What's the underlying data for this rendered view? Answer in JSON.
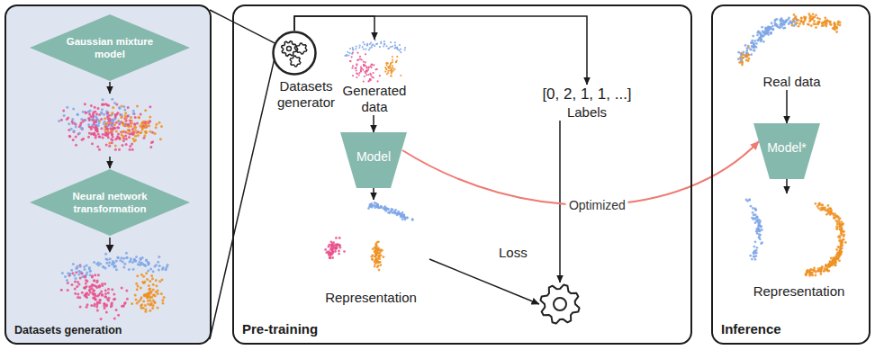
{
  "diagram": {
    "nodes": [
      {
        "text": [
          "Datasets generation"
        ]
      },
      {
        "text": [
          "Gaussian mixture model"
        ],
        "in": 0
      },
      {
        "text": [
          "Neural network transformation"
        ],
        "in": 0
      },
      {
        "text": [
          "Pre-training"
        ]
      },
      {
        "text": [
          "Datasets generator"
        ],
        "in": 3
      },
      {
        "text": [
          "Generated data"
        ],
        "in": 3
      },
      {
        "text": [
          "[0, 2, 1, 1, ...]",
          "Labels"
        ],
        "in": 3
      },
      {
        "text": [
          "Model"
        ],
        "in": 3
      },
      {
        "text": [
          "Representation"
        ],
        "in": 3
      },
      {
        "text": [
          "Loss"
        ],
        "in": 3
      },
      {
        "text": [
          "Inference"
        ]
      },
      {
        "text": [
          "Real data"
        ],
        "in": 10
      },
      {
        "text": [
          "Model*"
        ],
        "in": 10
      },
      {
        "text": [
          "Representation"
        ],
        "in": 10
      }
    ],
    "edges": [
      {
        "from": 0,
        "to": 4,
        "arrow": "none"
      },
      {
        "from": 0,
        "to": 4,
        "arrow": "none"
      },
      {
        "from": 1,
        "to": 2,
        "arrow": "to"
      },
      {
        "from": 4,
        "to": 5,
        "arrow": "to"
      },
      {
        "from": 4,
        "to": 6,
        "arrow": "to"
      },
      {
        "from": 5,
        "to": 7,
        "arrow": "to"
      },
      {
        "from": 7,
        "to": 8,
        "arrow": "to"
      },
      {
        "from": 8,
        "to": 9,
        "arrow": "to"
      },
      {
        "from": 6,
        "to": 9,
        "arrow": "to"
      },
      {
        "from": 7,
        "to": 12,
        "arrow": "to",
        "label": "Optimized"
      },
      {
        "from": 11,
        "to": 12,
        "arrow": "to"
      },
      {
        "from": 12,
        "to": 13,
        "arrow": "to"
      }
    ]
  }
}
